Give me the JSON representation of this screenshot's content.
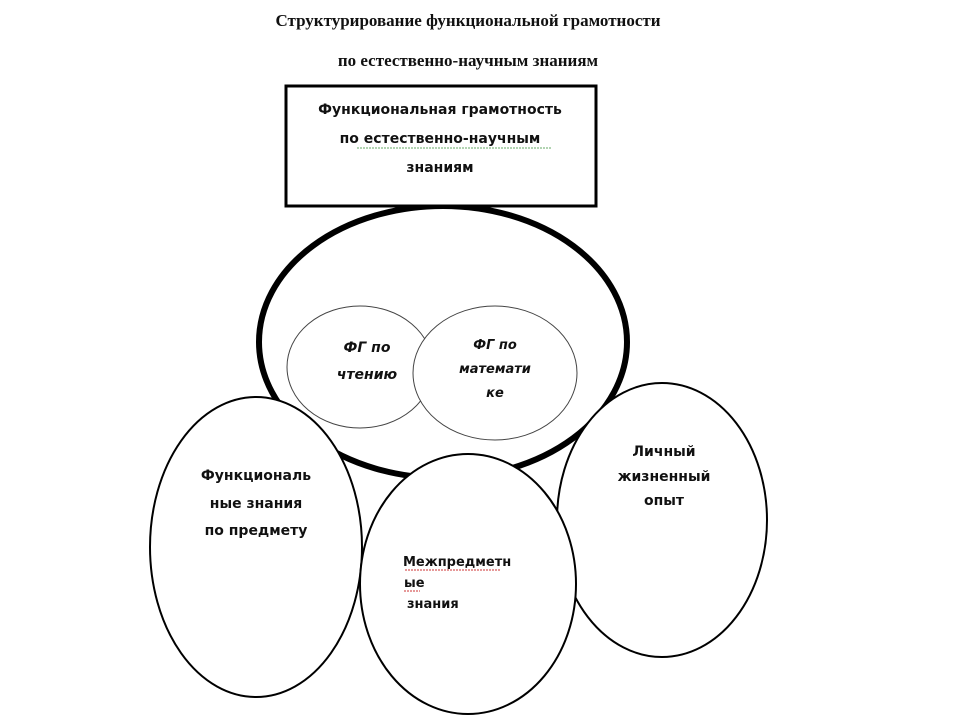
{
  "title": {
    "line1": "Структурирование  функциональной  грамотности",
    "line2": "по  естественно-научным  знаниям"
  },
  "top_box": {
    "lines": [
      "Функциональная грамотность",
      "по естественно-научным",
      "знаниям"
    ]
  },
  "inner_circles": [
    {
      "lines": [
        "ФГ по",
        "чтению"
      ]
    },
    {
      "lines": [
        "ФГ по",
        "математи",
        "ке"
      ]
    }
  ],
  "outer_circles": [
    {
      "lines": [
        "Функциональ",
        "ные знания",
        "по предмету"
      ]
    },
    {
      "lines": [
        "Межпредметн",
        "ые",
        "знания"
      ]
    },
    {
      "lines": [
        "Личный",
        "жизненный",
        "опыт"
      ]
    }
  ]
}
